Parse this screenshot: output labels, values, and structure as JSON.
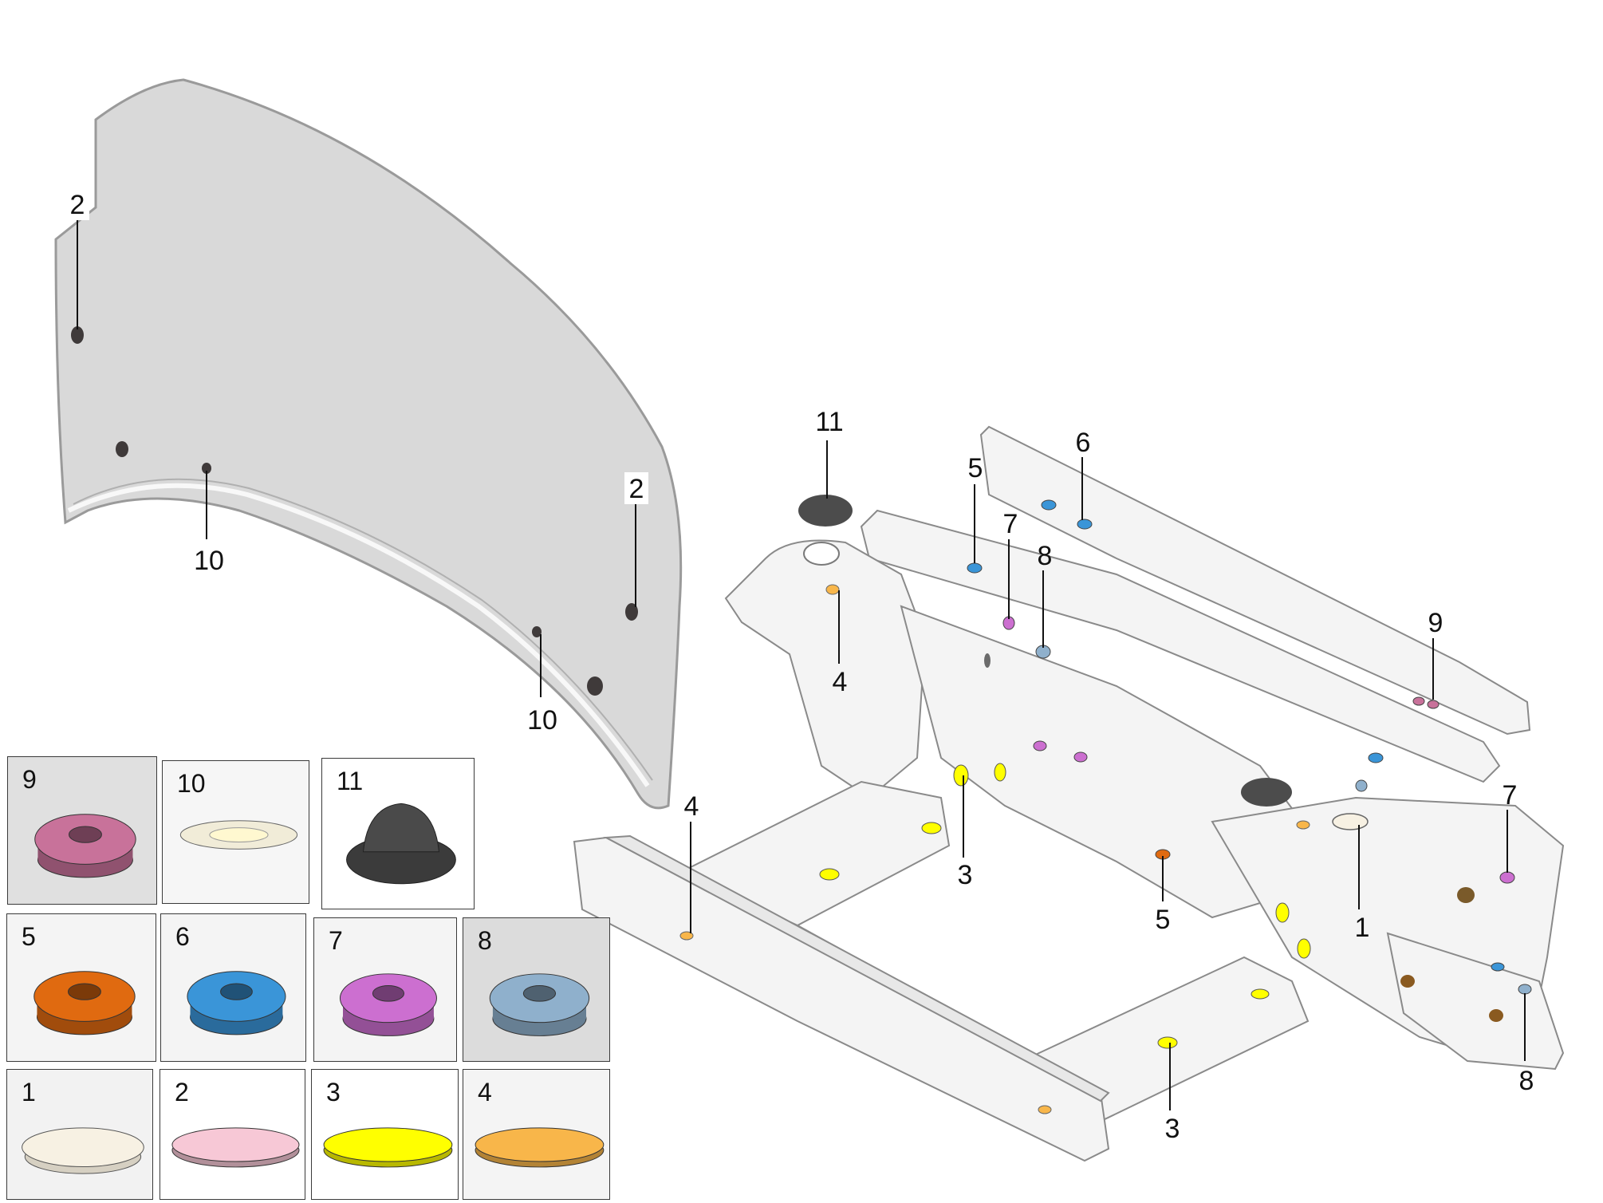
{
  "callouts": {
    "hood_2_upper": "2",
    "hood_2_right": "2",
    "hood_10_left": "10",
    "hood_10_right": "10",
    "frame_11": "11",
    "frame_5_top": "5",
    "frame_6": "6",
    "frame_7_top": "7",
    "frame_8_top": "8",
    "frame_9": "9",
    "frame_4_upper": "4",
    "frame_4_lower": "4",
    "frame_3_left": "3",
    "frame_3_right": "3",
    "frame_5_bottom": "5",
    "frame_1": "1",
    "frame_7_right": "7",
    "frame_8_bottom": "8"
  },
  "legend": [
    {
      "id": "9",
      "label": "9",
      "shape": "grommet",
      "color": "#c8729a"
    },
    {
      "id": "10",
      "label": "10",
      "shape": "ring",
      "color": "#f1ecd8"
    },
    {
      "id": "11",
      "label": "11",
      "shape": "dome",
      "color": "#4a4a4a"
    },
    {
      "id": "5",
      "label": "5",
      "shape": "grommet",
      "color": "#e06a10"
    },
    {
      "id": "6",
      "label": "6",
      "shape": "grommet",
      "color": "#3a95d8"
    },
    {
      "id": "7",
      "label": "7",
      "shape": "grommet",
      "color": "#cc6fd0"
    },
    {
      "id": "8",
      "label": "8",
      "shape": "grommet",
      "color": "#8fb0cc"
    },
    {
      "id": "1",
      "label": "1",
      "shape": "cap",
      "color": "#f7f1e3"
    },
    {
      "id": "2",
      "label": "2",
      "shape": "disc",
      "color": "#f7c8d6"
    },
    {
      "id": "3",
      "label": "3",
      "shape": "disc",
      "color": "#ffff00"
    },
    {
      "id": "4",
      "label": "4",
      "shape": "disc",
      "color": "#f8b64a"
    }
  ]
}
